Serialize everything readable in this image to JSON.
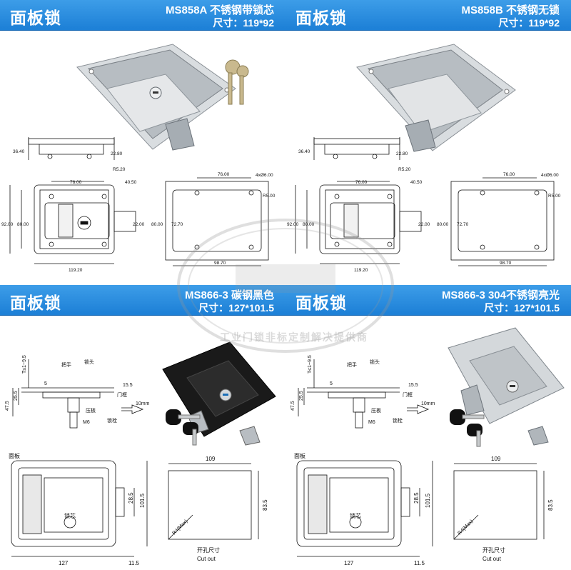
{
  "panels": [
    {
      "name": "面板锁",
      "model": "MS858A  不锈钢带锁芯",
      "size": "尺寸：119*92",
      "dims": {
        "side_h": "36.40",
        "side_w": "22.80",
        "r": "R5.20",
        "top": "76.00",
        "top2": "40.50",
        "h1": "92.00",
        "h2": "80.00",
        "h3": "22.00",
        "w": "119.20",
        "c_top": "76.00",
        "c_hole": "4xØ6.00",
        "c_r": "R5.00",
        "c_h1": "80.00",
        "c_h2": "72.70",
        "c_w": "98.70"
      }
    },
    {
      "name": "面板锁",
      "model": "MS858B  不锈钢无锁",
      "size": "尺寸：119*92",
      "dims": {
        "side_h": "36.40",
        "side_w": "22.80",
        "r": "R5.20",
        "top": "76.00",
        "top2": "40.50",
        "h1": "92.00",
        "h2": "80.00",
        "h3": "22.00",
        "w": "119.20",
        "c_top": "76.00",
        "c_hole": "4xØ6.00",
        "c_r": "R5.00",
        "c_h1": "80.00",
        "c_h2": "72.70",
        "c_w": "98.70"
      }
    },
    {
      "name": "面板锁",
      "model": "MS866-3  碳钢黑色",
      "size": "尺寸：127*101.5",
      "dims": {
        "t": "T≤1~9.5",
        "handle": "把手",
        "lockhead": "锁头",
        "five": "5",
        "d155": "15.5",
        "d475": "47.5",
        "d255": "25.5",
        "press": "压板",
        "frame": "门框",
        "m6": "M6",
        "bolt": "锁栓",
        "ten": "10mm",
        "panel": "面板",
        "core": "锁芯",
        "b285": "28.5",
        "b1015": "101.5",
        "b127": "127",
        "b115": "11.5",
        "c109": "109",
        "c835": "83.5",
        "r4": "R4(Max)",
        "cut_cn": "开孔尺寸",
        "cut_en": "Cut out"
      }
    },
    {
      "name": "面板锁",
      "model": "MS866-3  304不锈钢亮光",
      "size": "尺寸：127*101.5",
      "dims": {
        "t": "T≤1~9.5",
        "handle": "把手",
        "lockhead": "锁头",
        "five": "5",
        "d155": "15.5",
        "d475": "47.5",
        "d255": "25.5",
        "press": "压板",
        "frame": "门框",
        "m6": "M6",
        "bolt": "锁栓",
        "ten": "10mm",
        "panel": "面板",
        "core": "锁芯",
        "b285": "28.5",
        "b1015": "101.5",
        "b127": "127",
        "b115": "11.5",
        "c109": "109",
        "c835": "83.5",
        "r4": "R4(Max)",
        "cut_cn": "开孔尺寸",
        "cut_en": "Cut out"
      }
    }
  ],
  "watermark": {
    "text": "工业门锁非标定制解决提供商"
  },
  "colors": {
    "header": "#1c7fd6",
    "steel": "#c8ccd0",
    "black_panel": "#1a1a1a"
  }
}
